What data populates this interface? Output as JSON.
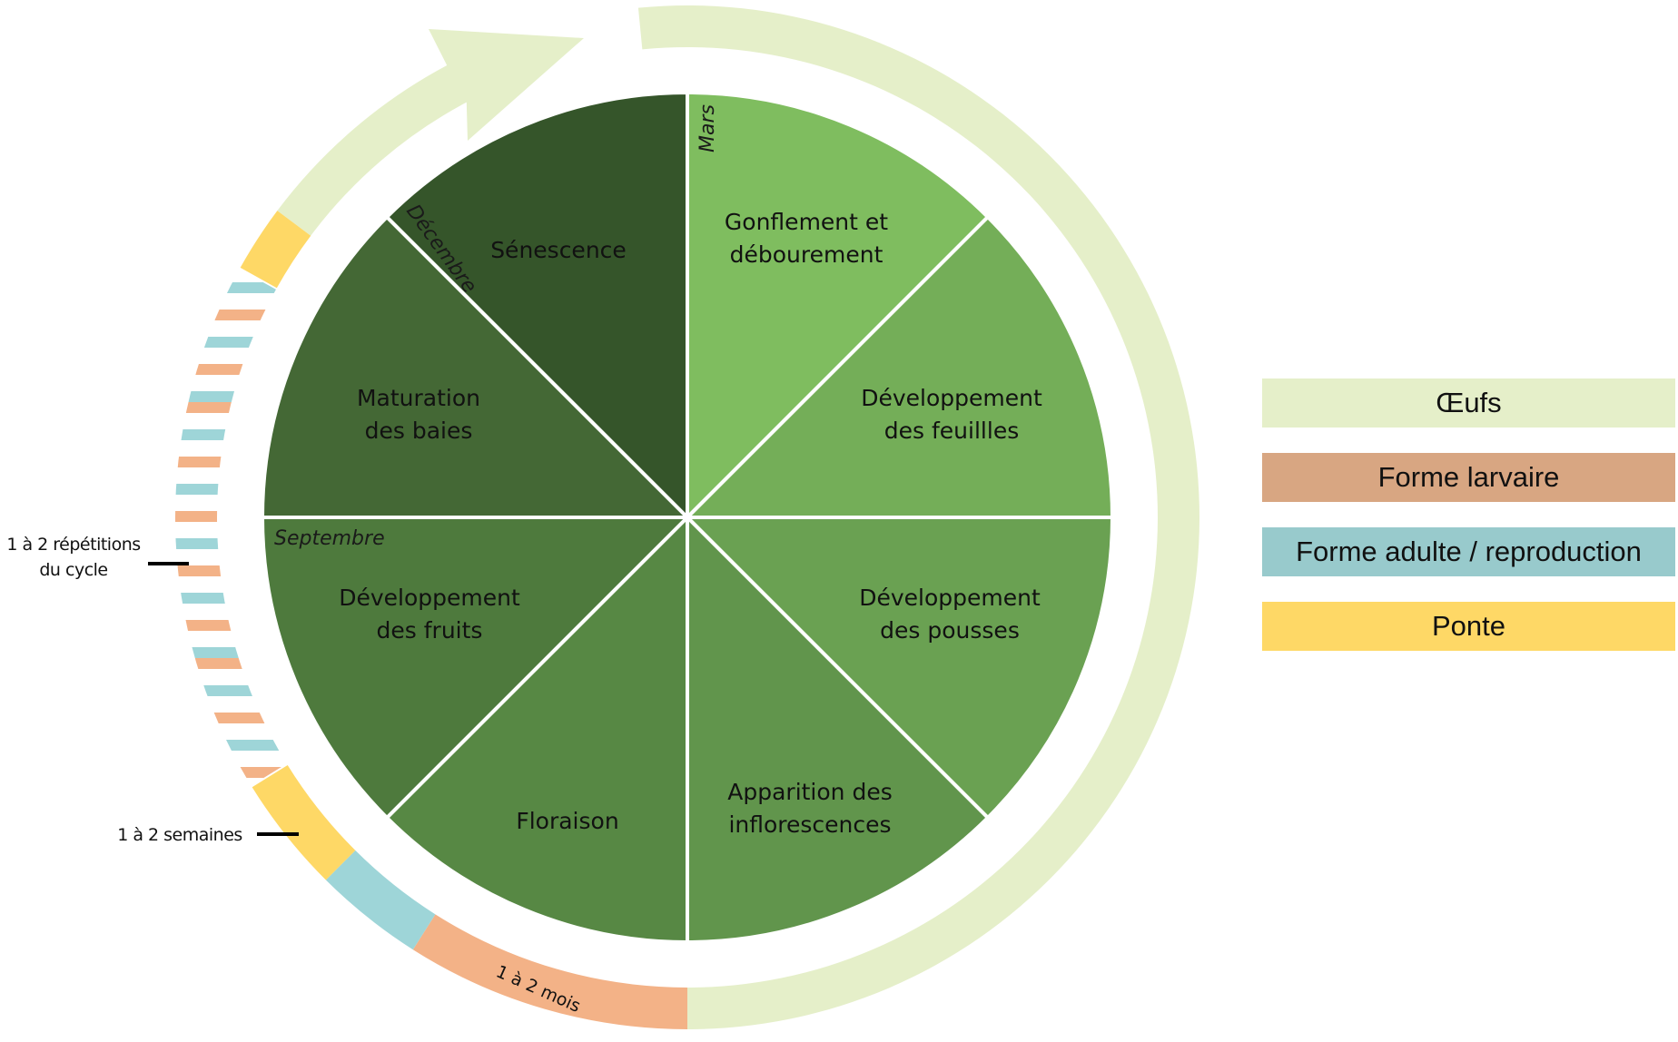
{
  "title": "",
  "colors": {
    "ring_eggs": "#E5EFC9",
    "ring_larva": "#F3B287",
    "ring_adult": "#9ED5D8",
    "ring_laying": "#FED866",
    "legend_larva": "#D8A682",
    "legend_adult": "#98CACC",
    "divider": "#FFFFFF"
  },
  "segments": [
    {
      "label_lines": [
        "Gonflement et",
        "débourement"
      ],
      "color": "#7FBD5F"
    },
    {
      "label_lines": [
        "Développement",
        "des feuillles"
      ],
      "color": "#74AE58"
    },
    {
      "label_lines": [
        "Développement",
        "des pousses"
      ],
      "color": "#6AA152"
    },
    {
      "label_lines": [
        "Apparition des",
        "inflorescences"
      ],
      "color": "#61954C"
    },
    {
      "label_lines": [
        "Floraison"
      ],
      "color": "#578844"
    },
    {
      "label_lines": [
        "Développement",
        "des fruits"
      ],
      "color": "#4E7A3D"
    },
    {
      "label_lines": [
        "Maturation",
        "des baies"
      ],
      "color": "#446835"
    },
    {
      "label_lines": [
        "Sénescence"
      ],
      "color": "#35552A"
    }
  ],
  "months": {
    "mars": "Mars",
    "septembre": "Septembre",
    "decembre": "Décembre"
  },
  "ring_labels": {
    "months_duration": "1 à 2 mois",
    "weeks_duration": "1 à 2 semaines",
    "cycle_repeats_line1": "1 à 2 répétitions",
    "cycle_repeats_line2": "du cycle"
  },
  "legend": [
    {
      "label": "Œufs",
      "color": "#E5EFC9"
    },
    {
      "label": "Forme larvaire",
      "color": "#D8A682"
    },
    {
      "label": "Forme adulte / reproduction",
      "color": "#98CACC"
    },
    {
      "label": "Ponte",
      "color": "#FED866"
    }
  ]
}
